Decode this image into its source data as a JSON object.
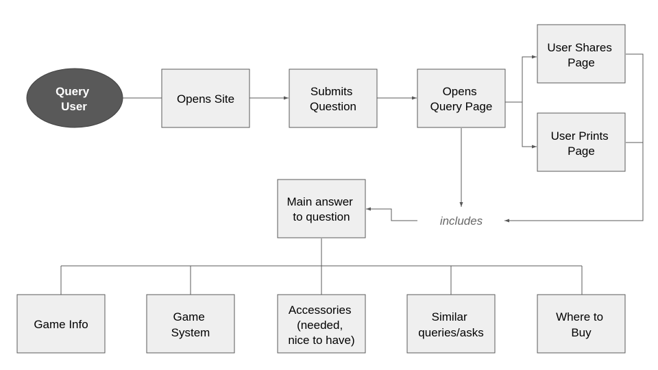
{
  "nodes": {
    "query_user": [
      "Query",
      "User"
    ],
    "opens_site": [
      "Opens Site"
    ],
    "submits_question": [
      "Submits",
      "Question"
    ],
    "opens_query_page": [
      "Opens",
      "Query Page"
    ],
    "user_shares_page": [
      "User Shares",
      "Page"
    ],
    "user_prints_page": [
      "User Prints",
      "Page"
    ],
    "includes": [
      "includes"
    ],
    "main_answer": [
      "Main answer",
      "to question"
    ],
    "game_info": [
      "Game Info"
    ],
    "game_system": [
      "Game",
      "System"
    ],
    "accessories": [
      "Accessories",
      "(needed,",
      "nice to have)"
    ],
    "similar_queries": [
      "Similar",
      "queries/asks"
    ],
    "where_to_buy": [
      "Where to",
      "Buy"
    ]
  },
  "colors": {
    "box_fill": "#efefef",
    "border": "#595959",
    "oval_fill": "#595959",
    "oval_text": "#ffffff",
    "includes_text": "#666666"
  }
}
